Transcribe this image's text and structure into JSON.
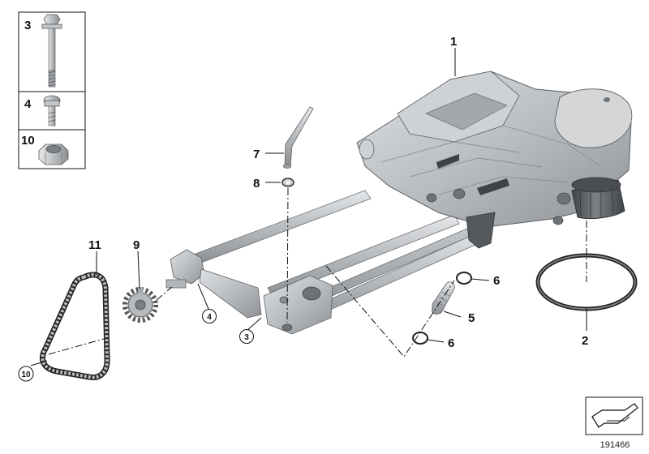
{
  "legend": [
    {
      "number": "3",
      "icon": "bolt-icon"
    },
    {
      "number": "4",
      "icon": "short-bolt-icon"
    },
    {
      "number": "10",
      "icon": "hex-nut-icon"
    }
  ],
  "callouts": {
    "c1": "1",
    "c2": "2",
    "c3": "3",
    "c4": "4",
    "c5": "5",
    "c6a": "6",
    "c6b": "6",
    "c7": "7",
    "c8": "8",
    "c9": "9",
    "c10": "10",
    "c11": "11"
  },
  "reference_number": "191466",
  "colors": {
    "part_fill": "#c9ccce",
    "part_dark": "#8e9296",
    "filter_dark": "#55595d",
    "line": "#111111"
  }
}
